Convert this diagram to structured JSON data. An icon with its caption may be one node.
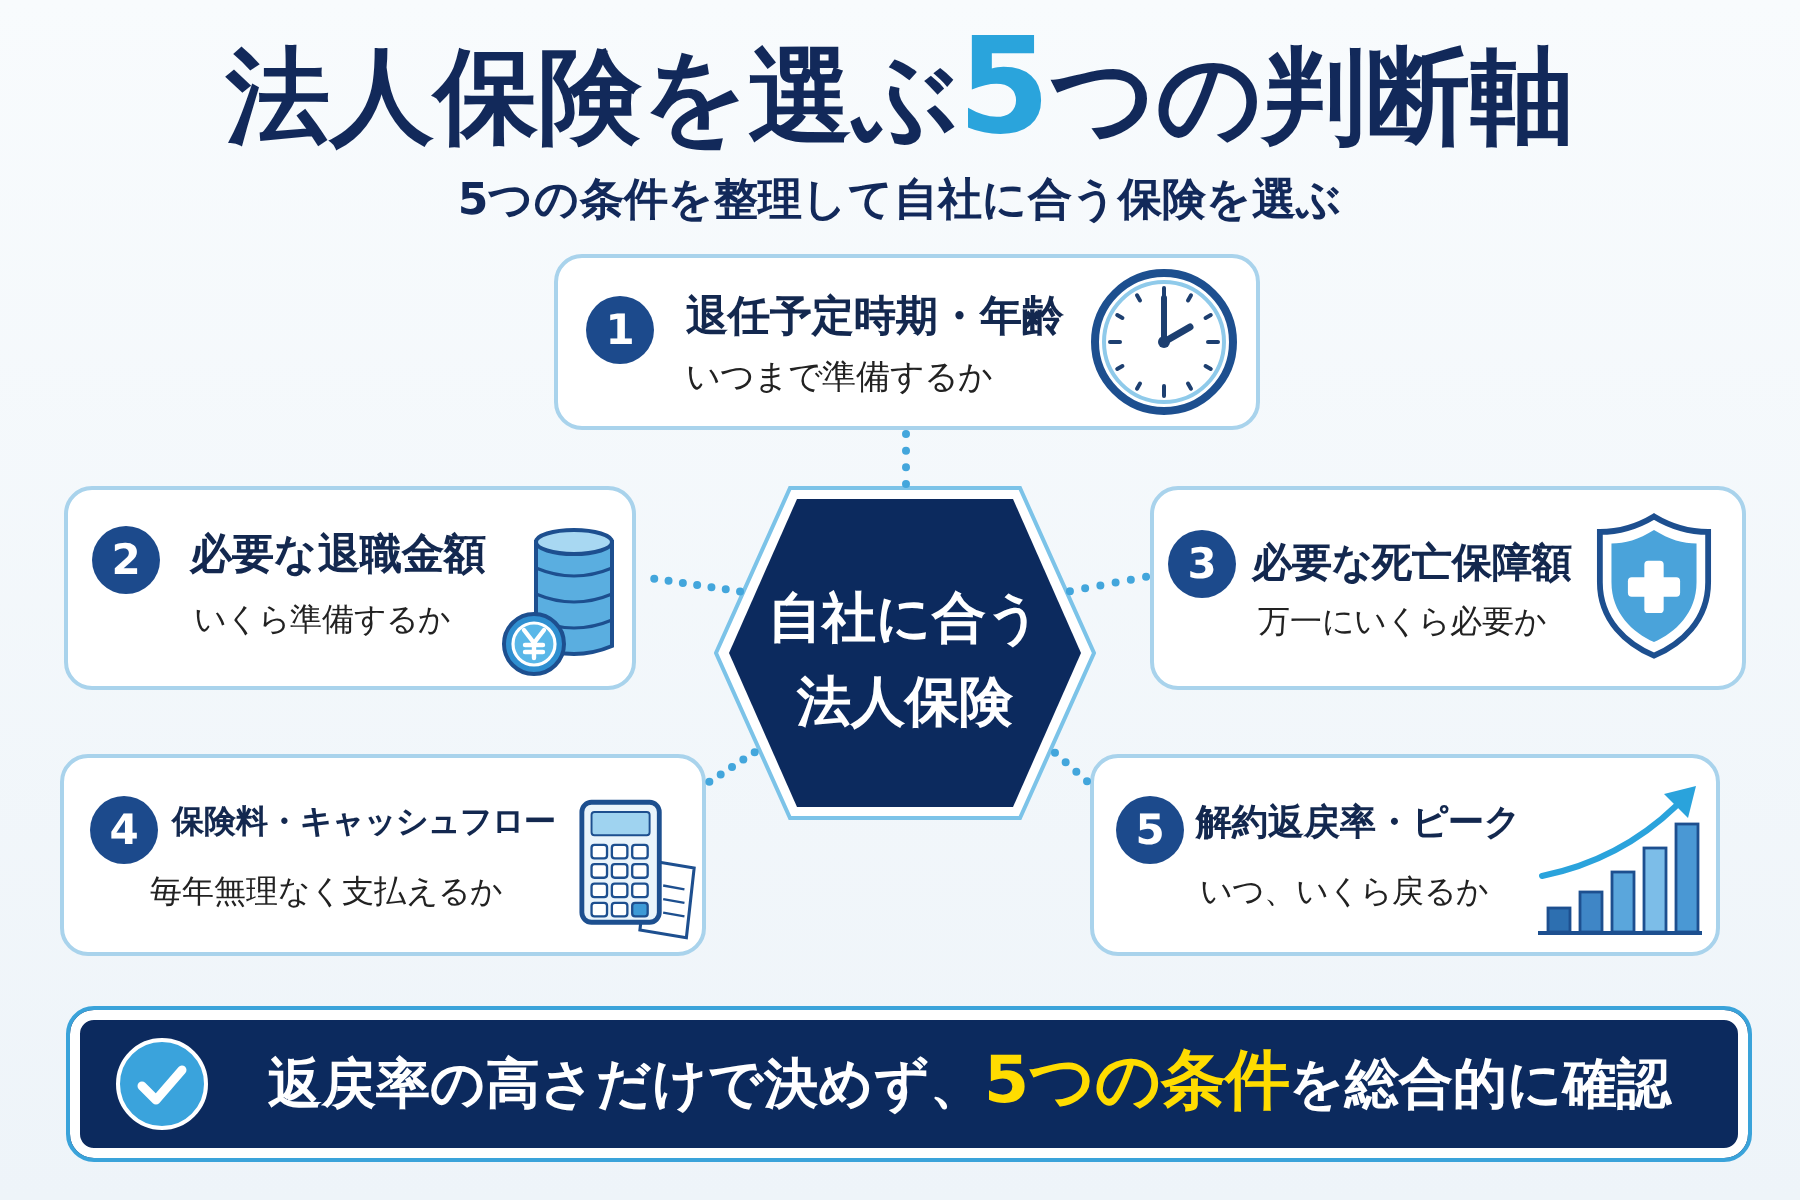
{
  "diagram": {
    "title": "法人保険を選ぶ**5**つの判断軸",
    "nodes": [
      {
        "text": [
          "1",
          "退任予定時期・年齢",
          "いつまで準備するか"
        ]
      },
      {
        "text": [
          "2",
          "必要な退職金額",
          "いくら準備するか"
        ]
      },
      {
        "text": [
          "自社に合う法人保険"
        ]
      },
      {
        "text": [
          "3",
          "必要な死亡保障額",
          "万一にいくら必要か"
        ]
      },
      {
        "text": [
          "4",
          "保険料・キャッシュフロー",
          "毎年無理なく支払えるか"
        ]
      },
      {
        "text": [
          "5",
          "解約返戻率・ピーク",
          "いつ、いくら戻るか"
        ]
      },
      {
        "text": [
          "返戻率の高さだけで決めず、**5つの条件**を総合的に確認"
        ]
      }
    ],
    "edges": [
      {
        "from": 2,
        "to": 0,
        "arrow": "none"
      },
      {
        "from": 2,
        "to": 1,
        "arrow": "none"
      },
      {
        "from": 2,
        "to": 3,
        "arrow": "none"
      },
      {
        "from": 2,
        "to": 4,
        "arrow": "none"
      },
      {
        "from": 2,
        "to": 5,
        "arrow": "none"
      }
    ],
    "labels": [
      "5つの条件を整理して自社に合う保険を選ぶ"
    ]
  }
}
